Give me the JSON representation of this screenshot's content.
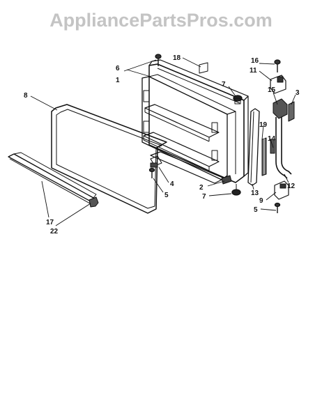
{
  "watermark": "AppliancePartsPros.com",
  "part_labels": {
    "p1": "1",
    "p2": "2",
    "p3": "3",
    "p4": "4",
    "p5a": "5",
    "p5b": "5",
    "p6": "6",
    "p7a": "7",
    "p7b": "7",
    "p8": "8",
    "p9": "9",
    "p11": "11",
    "p12": "12",
    "p13": "13",
    "p14": "14",
    "p15": "15",
    "p16": "16",
    "p17": "17",
    "p18": "18",
    "p19": "19",
    "p22": "22"
  },
  "colors": {
    "ink": "#111111",
    "watermark": "#c4c4c4",
    "background": "#ffffff"
  }
}
